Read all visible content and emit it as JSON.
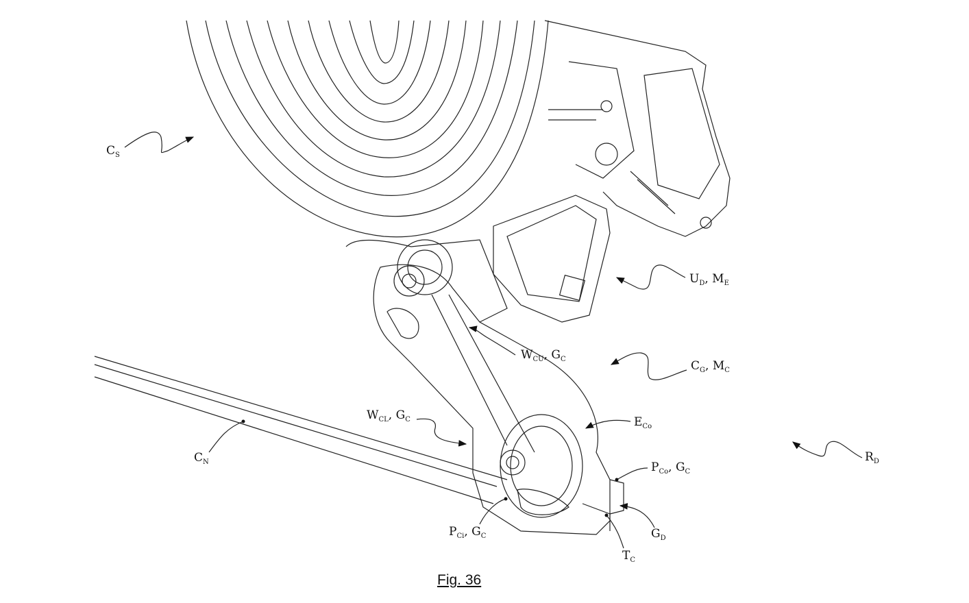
{
  "figure": {
    "caption": "Fig. 36"
  },
  "labels": {
    "cs": {
      "main": "C",
      "sub": "S"
    },
    "ud_me": {
      "a": "U",
      "a_sub": "D",
      "b": "M",
      "b_sub": "E"
    },
    "wcu_gc": {
      "a": "W",
      "a_sub": "CU",
      "b": "G",
      "b_sub": "C"
    },
    "cg_mc": {
      "a": "C",
      "a_sub": "G",
      "b": "M",
      "b_sub": "C"
    },
    "wcl_gc": {
      "a": "W",
      "a_sub": "CL",
      "b": "G",
      "b_sub": "C"
    },
    "eco": {
      "main": "E",
      "sub": "Co"
    },
    "cn": {
      "main": "C",
      "sub": "N"
    },
    "rd": {
      "main": "R",
      "sub": "D"
    },
    "pco_gc": {
      "a": "P",
      "a_sub": "Co",
      "b": "G",
      "b_sub": "C"
    },
    "pci_gc": {
      "a": "P",
      "a_sub": "Ci",
      "b": "G",
      "b_sub": "C"
    },
    "gd": {
      "main": "G",
      "sub": "D"
    },
    "tc": {
      "main": "T",
      "sub": "C"
    }
  }
}
